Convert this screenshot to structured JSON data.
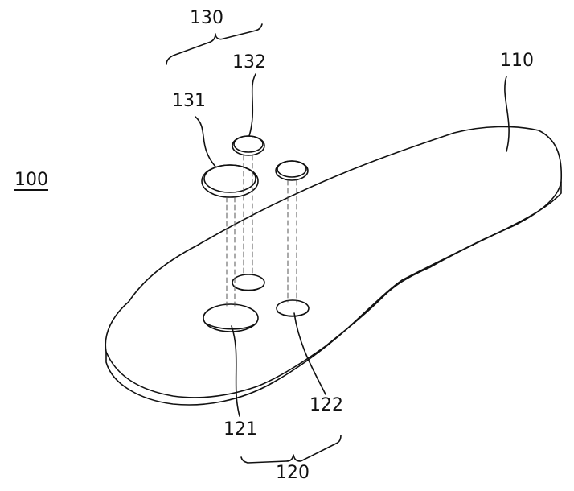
{
  "figure": {
    "labels": {
      "assembly": "100",
      "insole": "110",
      "holes_group": "120",
      "hole_large": "121",
      "hole_small": "122",
      "inserts_group": "130",
      "insert_large": "131",
      "insert_small": "132"
    },
    "colors": {
      "line": "#111111",
      "background": "#ffffff",
      "guide": "#555555"
    }
  }
}
